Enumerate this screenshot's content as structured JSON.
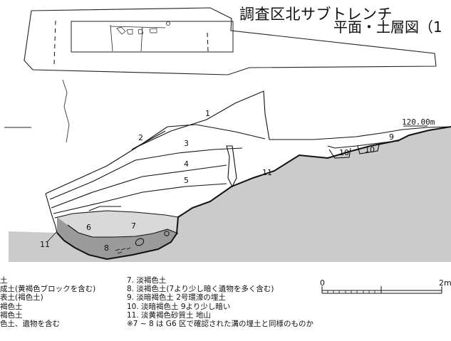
{
  "title": {
    "line1": "調査区北サブトレンチ",
    "line2": "平面・土層図（1"
  },
  "elevation_label": "120.00m",
  "layer_numbers": [
    "1",
    "2",
    "3",
    "4",
    "5",
    "6",
    "7",
    "8",
    "9",
    "10",
    "10",
    "11",
    "11"
  ],
  "legend_left": [
    "土",
    "成土(黄褐色ブロックを含む)",
    "表土(褐色土)",
    "褐色土",
    "褐色土",
    "色土、遺物を含む"
  ],
  "legend_right": [
    "7.  淡褐色土",
    "8.  淡褐色土(7より少し暗く遺物を多く含む)",
    "9.  淡暗褐色土  2号環濠の埋土",
    "10.  淡暗褐色土  9より少し暗い",
    "11.  淡黄褐色砂質土  地山"
  ],
  "note": "※7 ~ 8 は G6 区で確認された溝の埋土と同様のものか",
  "scale": {
    "start": "0",
    "end": "2m"
  }
}
